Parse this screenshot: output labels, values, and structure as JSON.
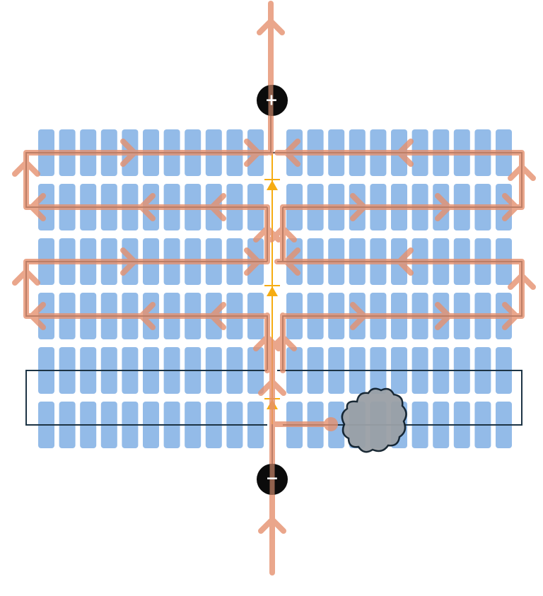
{
  "diagram": {
    "panel": {
      "rows": 6,
      "cells_per_row_each_side": 11,
      "lit_rows": [
        1,
        2,
        3,
        4
      ],
      "shaded_rows": [
        5,
        6
      ]
    },
    "terminals": {
      "positive": {
        "label": "+"
      },
      "negative": {
        "label": "−"
      }
    },
    "bypass_diodes": 3,
    "shade": {
      "icon": "cloud-icon",
      "row": 6
    },
    "colors": {
      "cell": "#93bbe8",
      "current": "#e5916f",
      "wire": "#1d3445",
      "diode": "#f6ac12",
      "cloud_fill": "#9aa0a6",
      "terminal": "#0b0b0b"
    }
  }
}
